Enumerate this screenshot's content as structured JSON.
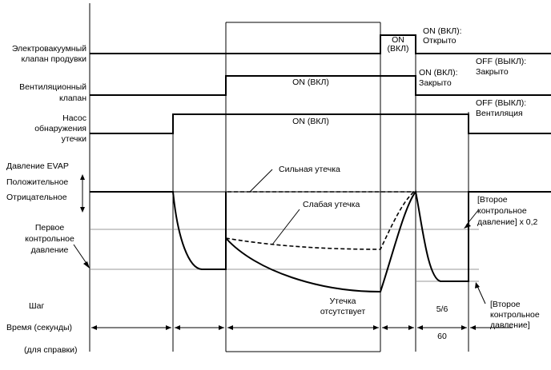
{
  "signals": {
    "purge_valve": [
      "Электровакуумный",
      "клапан продувки"
    ],
    "vent_valve": [
      "Вентиляционный",
      "клапан"
    ],
    "leak_pump": [
      "Насос",
      "обнаружения",
      "утечки"
    ]
  },
  "pressure": {
    "title": "Давление EVAP",
    "positive": "Положительное",
    "negative": "Отрицательное",
    "first_ref": [
      "Первое",
      "контрольное",
      "давление"
    ],
    "second_ref_factor": [
      "[Второе",
      "контрольное",
      "давление] x 0,2"
    ],
    "second_ref": [
      "[Второе",
      "контрольное",
      "давление]"
    ]
  },
  "states": {
    "purge_on": [
      "ON",
      "(ВКЛ)"
    ],
    "purge_on_open": [
      "ON (ВКЛ):",
      "Открыто"
    ],
    "vent_on": "ON (ВКЛ)",
    "vent_on_closed": [
      "ON (ВКЛ):",
      "Закрыто"
    ],
    "off_closed": [
      "OFF (ВЫКЛ):",
      "Закрыто"
    ],
    "pump_on": "ON (ВКЛ)",
    "off_vent": [
      "OFF (ВЫКЛ):",
      "Вентиляция"
    ]
  },
  "curves": {
    "large_leak": "Сильная утечка",
    "small_leak": "Слабая утечка",
    "no_leak": [
      "Утечка",
      "отсутствует"
    ]
  },
  "step": {
    "label": "Шаг",
    "value": "5/6"
  },
  "time": {
    "label": "Время (секунды)",
    "note": "(для справки)",
    "value": "60"
  }
}
